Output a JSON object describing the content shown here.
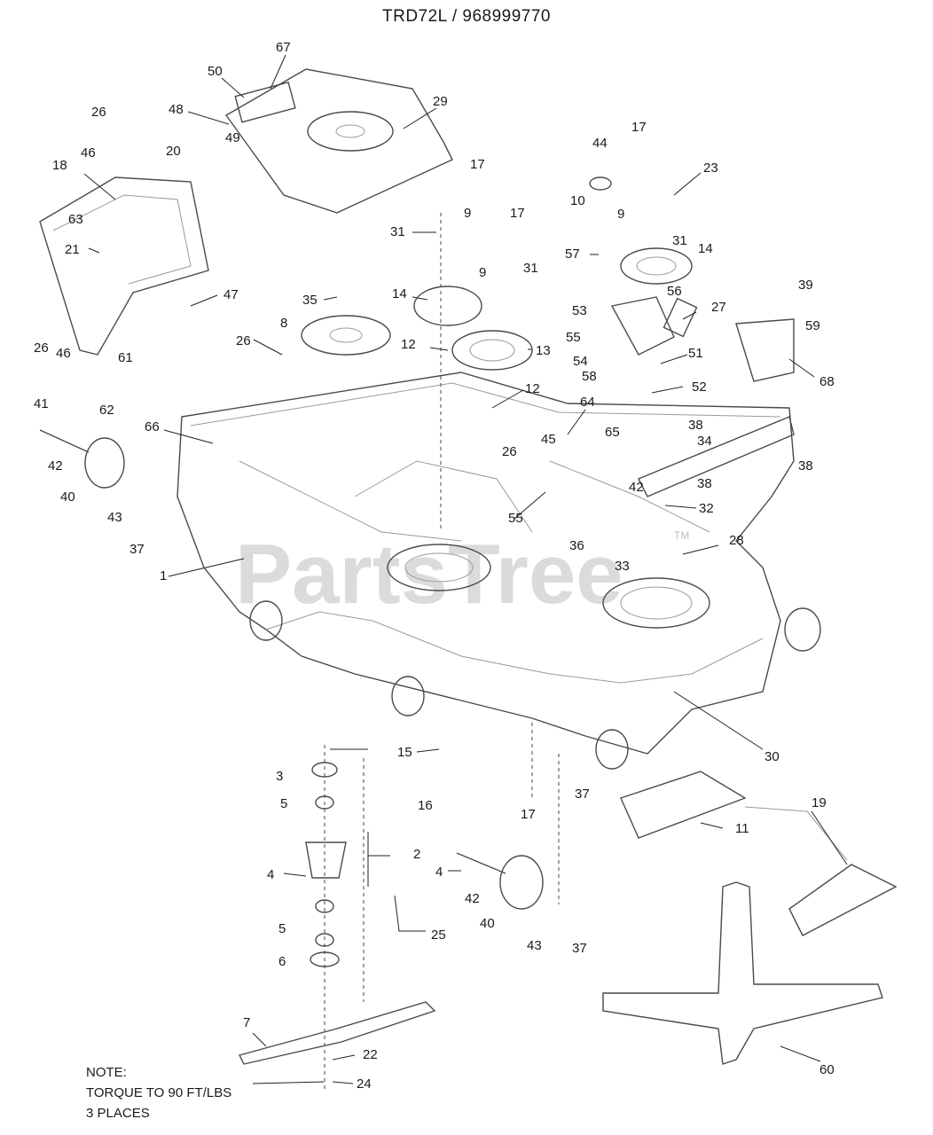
{
  "title": "TRD72L / 968999770",
  "watermark": "PartsTree",
  "watermark_tm": "TM",
  "note": [
    "NOTE:",
    "TORQUE TO 90 FT/LBS",
    "3 PLACES"
  ],
  "callouts": [
    "67",
    "50",
    "48",
    "49",
    "29",
    "26",
    "46",
    "20",
    "18",
    "63",
    "21",
    "26",
    "46",
    "47",
    "61",
    "62",
    "35",
    "8",
    "26",
    "17",
    "31",
    "9",
    "17",
    "9",
    "31",
    "14",
    "12",
    "13",
    "12",
    "44",
    "17",
    "23",
    "10",
    "9",
    "31",
    "57",
    "14",
    "56",
    "53",
    "27",
    "55",
    "54",
    "51",
    "58",
    "52",
    "39",
    "59",
    "68",
    "41",
    "66",
    "42",
    "40",
    "43",
    "37",
    "64",
    "45",
    "65",
    "26",
    "55",
    "38",
    "34",
    "38",
    "38",
    "42",
    "32",
    "36",
    "33",
    "28",
    "1",
    "30",
    "15",
    "16",
    "17",
    "37",
    "3",
    "5",
    "2",
    "4",
    "25",
    "5",
    "6",
    "42",
    "40",
    "43",
    "37",
    "4",
    "19",
    "11",
    "7",
    "22",
    "24",
    "60"
  ]
}
